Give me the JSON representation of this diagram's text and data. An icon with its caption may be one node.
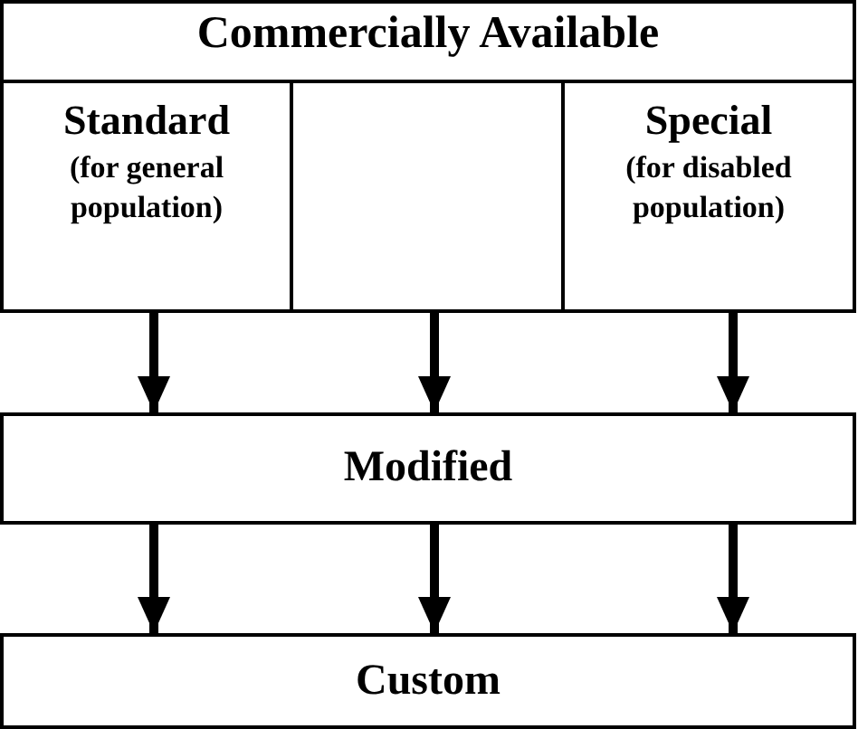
{
  "diagram": {
    "nodes": [
      {
        "text": [
          "Commercially Available"
        ]
      },
      {
        "text": [
          "Standard",
          "(for general population)"
        ],
        "in": 0
      },
      {
        "text": [],
        "shape": "box",
        "in": 0
      },
      {
        "text": [
          "Special",
          "(for disabled population)"
        ],
        "in": 0
      },
      {
        "text": [
          "Modified"
        ]
      },
      {
        "text": [
          "Custom"
        ]
      }
    ],
    "edges": [
      {
        "from": 1,
        "to": 4,
        "arrow": "to"
      },
      {
        "from": 2,
        "to": 4,
        "arrow": "to"
      },
      {
        "from": 3,
        "to": 4,
        "arrow": "to"
      },
      {
        "from": 4,
        "to": 5,
        "arrow": "to"
      },
      {
        "from": 4,
        "to": 5,
        "arrow": "to"
      },
      {
        "from": 4,
        "to": 5,
        "arrow": "to"
      }
    ]
  }
}
